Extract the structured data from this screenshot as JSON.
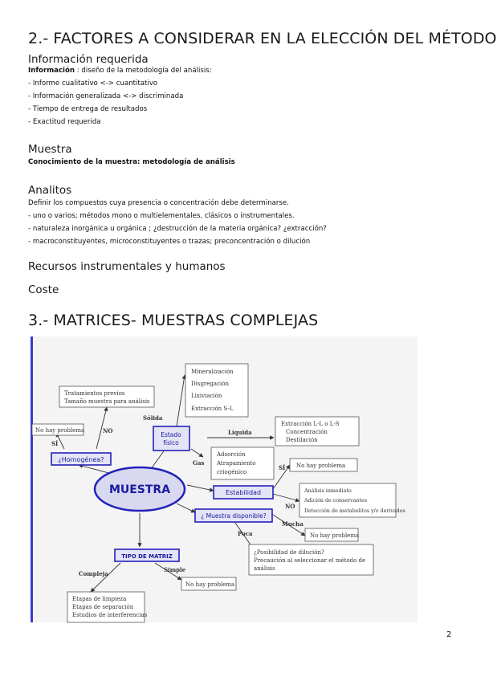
{
  "section2": {
    "title": "2.- FACTORES A CONSIDERAR EN LA ELECCIÓN DEL MÉTODO",
    "info": {
      "heading": "Información requerida",
      "line1_label": "Información",
      "line1_text": " : diseño de la metodología del análisis:",
      "items": [
        "- Informe cualitativo <-> cuantitativo",
        "- Información generalizada <-> discriminada",
        "- Tiempo de entrega de resultados",
        "- Exactitud requerida"
      ]
    },
    "muestra": {
      "heading": "Muestra",
      "line": "Conocimiento de la muestra: metodología de análisis"
    },
    "analitos": {
      "heading": "Analitos",
      "items": [
        "Definir los compuestos cuya presencia o concentración debe determinarse.",
        "- uno o varios; métodos mono o multielementales, clásicos o instrumentales.",
        "- naturaleza inorgánica u orgánica ; ¿destrucción de la materia orgánica? ¿extracción?",
        "- macroconstituyentes, microconstituyentes o trazas; preconcentración o dilución"
      ]
    },
    "recursos": "Recursos instrumentales y humanos",
    "coste": "Coste"
  },
  "section3": {
    "title": "3.- MATRICES- MUESTRAS COMPLEJAS"
  },
  "diagram": {
    "center": "MUESTRA",
    "homogenea": "¿Homogénea?",
    "estado1": "Estado",
    "estado2": "físico",
    "estabilidad": "Estabilidad",
    "disponible": "¿ Muestra disponible?",
    "tipo_matriz": "TIPO DE MATRIZ",
    "tratamientos": [
      "Tratamientos previos",
      "Tamaño muestra para análisis"
    ],
    "no_hay_problema": "No hay problema",
    "si": "SÍ",
    "no": "NO",
    "solida": "Sólida",
    "liquida": "Líquida",
    "gas": "Gas",
    "solida_list": [
      "Mineralización",
      "Disgregación",
      "Lixiviación",
      "Extracción S-L"
    ],
    "liquida_list": [
      "Extracción L-L o L-S",
      "Concentración",
      "Destilación"
    ],
    "gas_list": [
      "Adsorción",
      "Atrapamiento",
      "criogénico"
    ],
    "no_list": [
      "Análisis inmediato",
      "Adición de conservantes",
      "Detección de metabolitos y/o derivados"
    ],
    "mucha": "Mucha",
    "poca": "Poca",
    "poca_list": [
      "¿Posibilidad de dilución?",
      "Precaución al seleccionar el método de",
      "análisis"
    ],
    "compleja": "Compleja",
    "simple": "Simple",
    "compleja_list": [
      "Etapas de limpieza",
      "Etapas de separación",
      "Estudios de interferencias"
    ]
  },
  "page_number": "2"
}
